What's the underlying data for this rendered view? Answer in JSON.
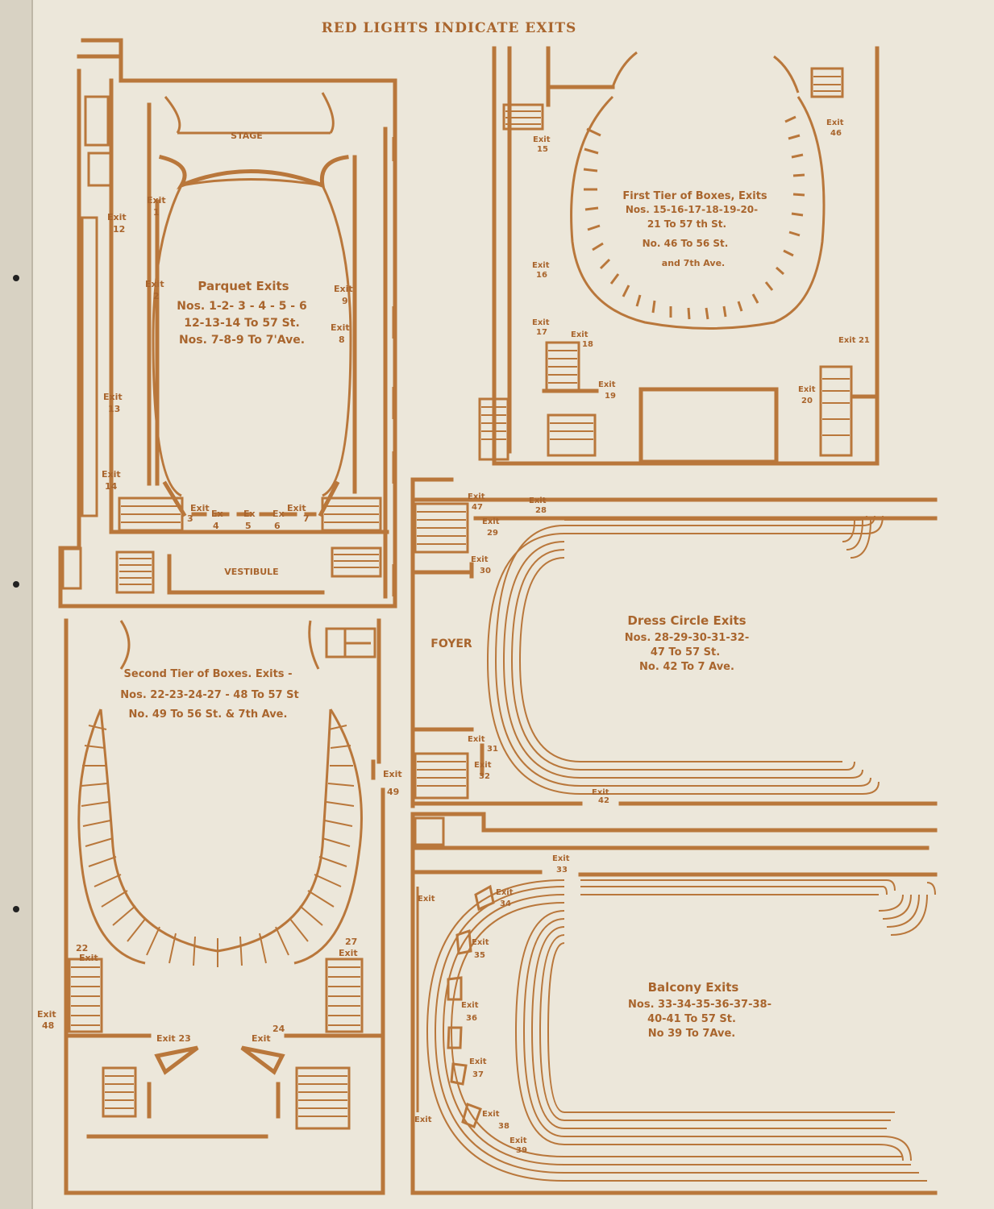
{
  "header": {
    "title": "RED LIGHTS INDICATE EXITS"
  },
  "colors": {
    "ink": "#b9773b",
    "paper": "#ece7da",
    "shadow": "#2a2520"
  },
  "plans": {
    "parquet": {
      "stage": "STAGE",
      "vestibule": "VESTIBULE",
      "title": "Parquet Exits",
      "line1": "Nos. 1-2- 3 - 4 - 5 - 6",
      "line2": "12-13-14 To 57 St.",
      "line3": "Nos. 7-8-9 To 7'Ave."
    },
    "first_tier": {
      "title": "First Tier of Boxes, Exits",
      "line1": "Nos. 15-16-17-18-19-20-",
      "line2": "21 To 57 th St.",
      "line3": "No. 46 To 56 St.",
      "line4": "and 7th Ave."
    },
    "second_tier": {
      "title": "Second Tier of Boxes. Exits -",
      "line1": "Nos. 22-23-24-27 - 48 To 57 St",
      "line2": "No. 49 To 56 St. & 7th Ave."
    },
    "dress_circle": {
      "foyer": "FOYER",
      "title": "Dress Circle Exits",
      "line1": "Nos. 28-29-30-31-32-",
      "line2": "47 To 57 St.",
      "line3": "No. 42 To 7 Ave."
    },
    "balcony": {
      "title": "Balcony Exits",
      "line1": "Nos. 33-34-35-36-37-38-",
      "line2": "40-41 To 57 St.",
      "line3": "No 39 To 7Ave."
    }
  },
  "exits": {
    "word": "Exit",
    "short": "Ex",
    "n1": "1",
    "n2": "2",
    "n3": "3",
    "n4": "4",
    "n5": "5",
    "n6": "6",
    "n7": "7",
    "n8": "8",
    "n9": "9",
    "n12": "12",
    "n13": "13",
    "n14": "14",
    "n15": "15",
    "n16": "16",
    "n17": "17",
    "n18": "18",
    "n19": "19",
    "n20": "20",
    "n21": "Exit 21",
    "n46": "46",
    "n22": "22",
    "n23": "Exit 23",
    "n24": "24",
    "n27": "27",
    "n48": "48",
    "n49": "49",
    "n28": "28",
    "n29": "29",
    "n30": "30",
    "n31": "31",
    "n32": "32",
    "n42": "42",
    "n47": "47",
    "n33": "33",
    "n34": "34",
    "n35": "35",
    "n36": "36",
    "n37": "37",
    "n38": "38",
    "n39": "39"
  }
}
